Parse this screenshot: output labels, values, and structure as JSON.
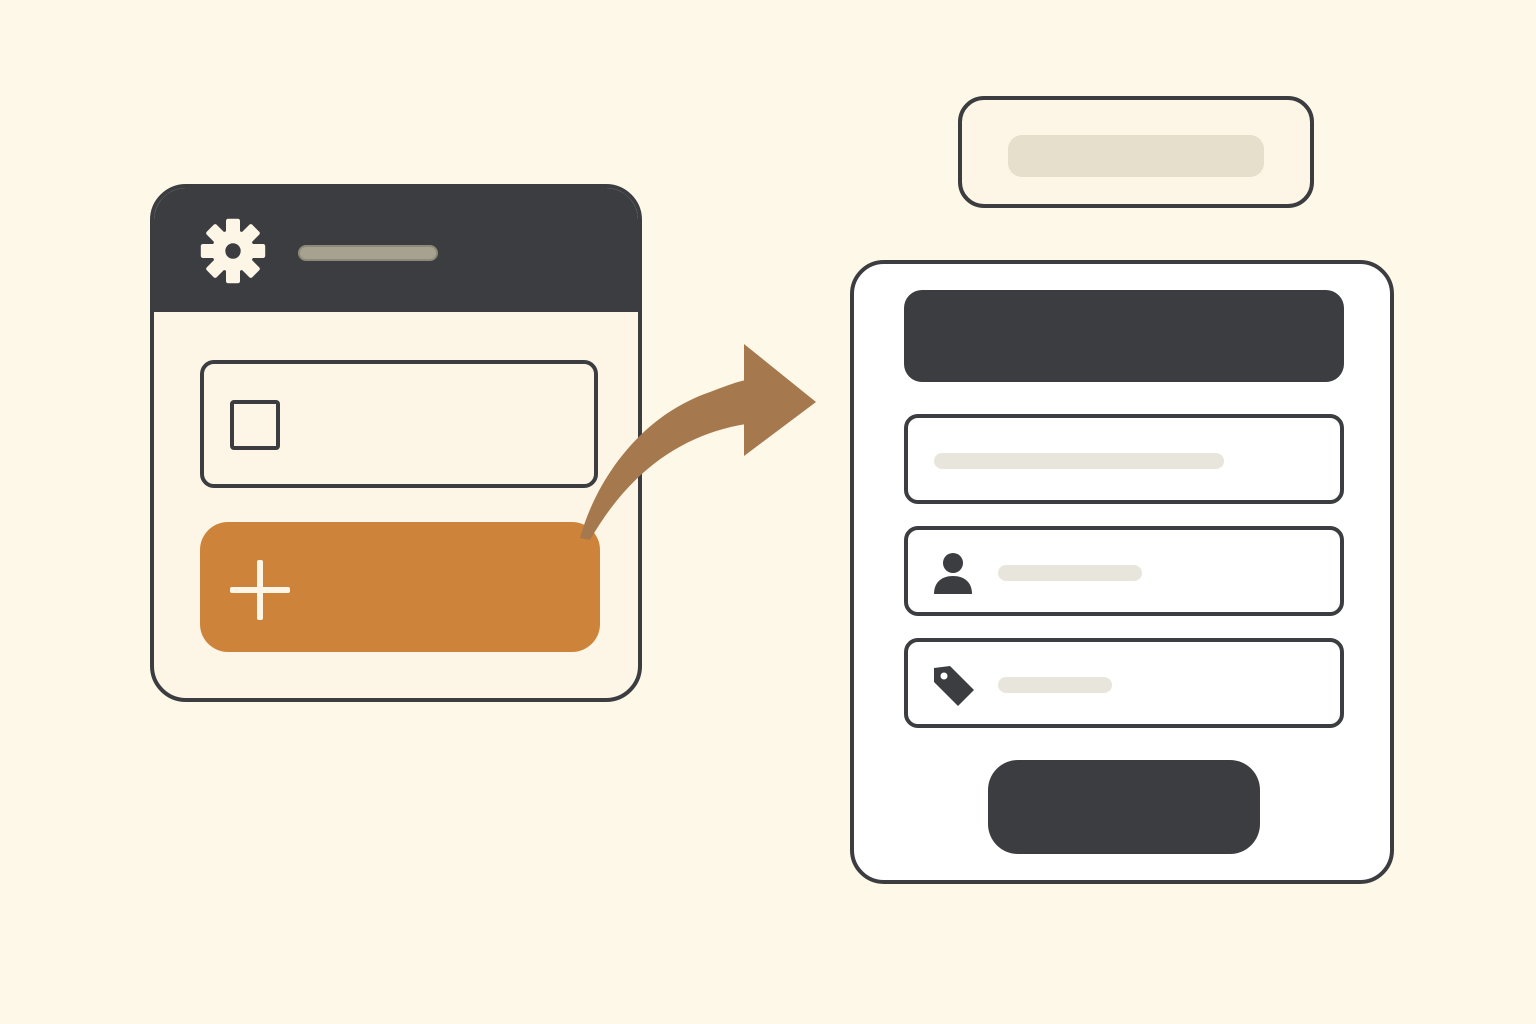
{
  "colors": {
    "background": "#fdf8e8",
    "panel": "#fdf6e6",
    "dark": "#3b3d40",
    "accent": "#cd833a",
    "arrow": "#a6784e",
    "placeholder_line": "#e8e6dc"
  },
  "settings_window": {
    "header_icon": "gear-icon",
    "add_button_icon": "plus-icon"
  },
  "arrow": {
    "direction": "right",
    "from": "add-button",
    "to": "form-window"
  },
  "form_window": {
    "fields": [
      {
        "icon": ""
      },
      {
        "icon": "user-icon"
      },
      {
        "icon": "tag-icon"
      }
    ]
  }
}
